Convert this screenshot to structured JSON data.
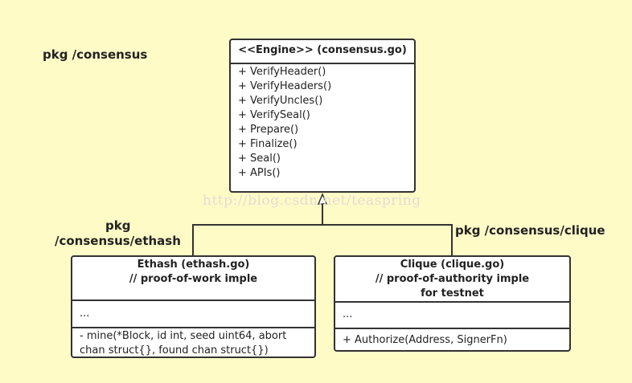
{
  "packages": {
    "consensus": "pkg /consensus",
    "ethash_line1": "pkg",
    "ethash_line2": "/consensus/ethash",
    "clique": "pkg /consensus/clique"
  },
  "engine": {
    "title": "<<Engine>> (consensus.go)",
    "methods": [
      "+ VerifyHeader()",
      "+ VerifyHeaders()",
      "+ VerifyUncles()",
      "+ VerifySeal()",
      "+ Prepare()",
      "+ Finalize()",
      "+ Seal()",
      "+ APIs()"
    ]
  },
  "ethash": {
    "title_line1": "Ethash (ethash.go)",
    "title_line2": "// proof-of-work imple",
    "fields": "...",
    "method_line1": "- mine(*Block, id int, seed uint64, abort",
    "method_line2": "chan struct{}, found chan struct{})"
  },
  "clique": {
    "title_line1": "Clique (clique.go)",
    "title_line2": "// proof-of-authority imple",
    "title_line3": "for testnet",
    "fields": "...",
    "method": "+ Authorize(Address, SignerFn)"
  },
  "watermark": "http://blog.csdn.net/teaspring"
}
